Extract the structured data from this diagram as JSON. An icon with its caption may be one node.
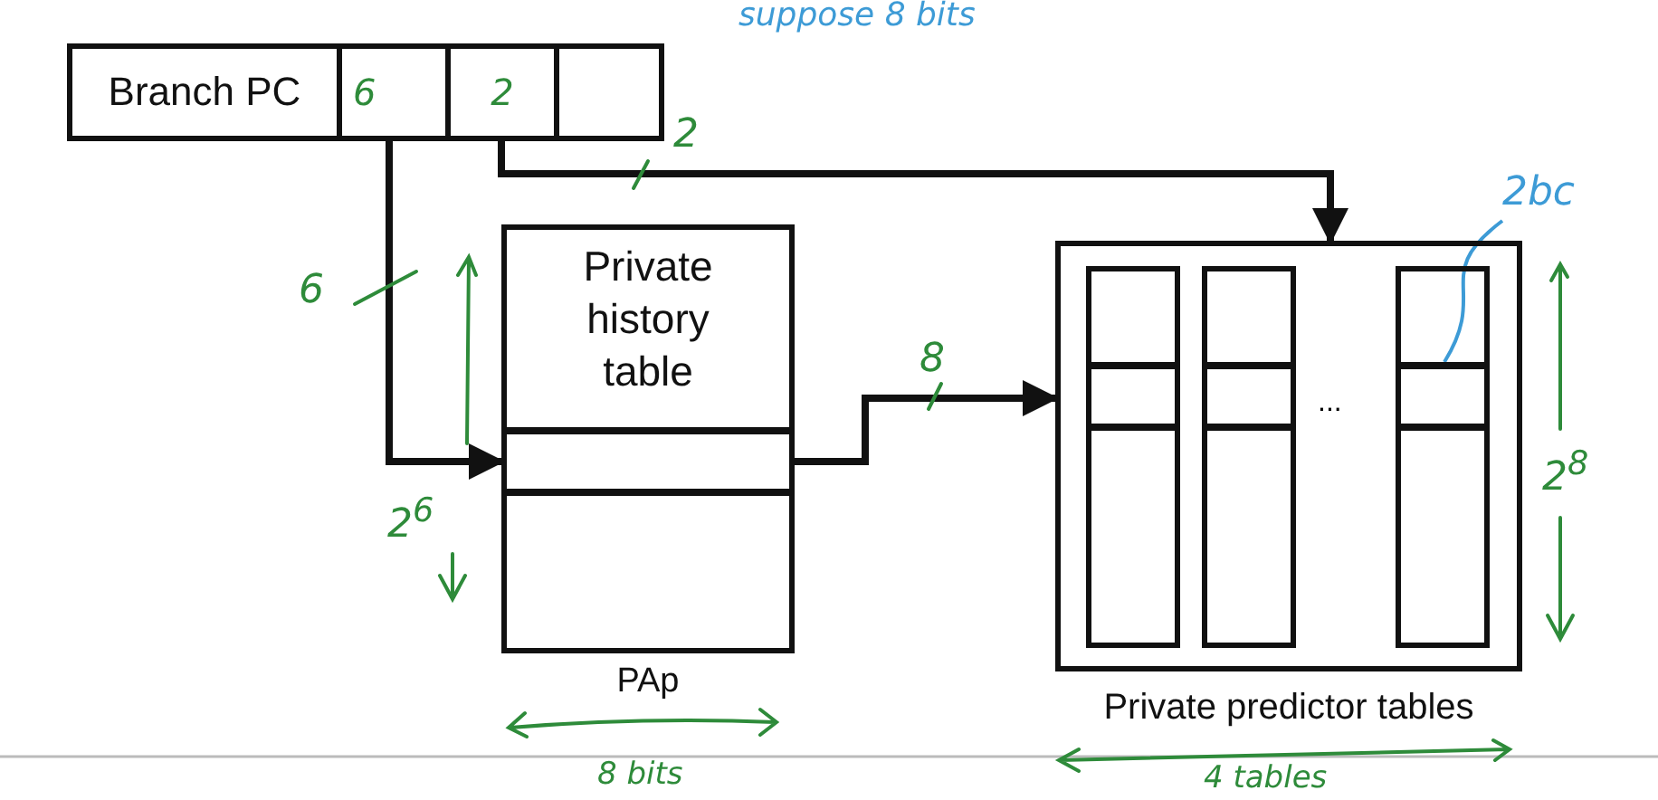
{
  "diagram": {
    "nodes": [
      {
        "text": [
          "Branch PC"
        ]
      },
      {
        "text": [
          "6"
        ]
      },
      {
        "text": [
          "2"
        ]
      },
      {
        "text": [],
        "shape": "box"
      },
      {
        "text": [
          "Private history table"
        ],
        "beside": [
          "PAp"
        ]
      },
      {
        "text": [],
        "shape": "box",
        "in": 4
      },
      {
        "text": [],
        "shape": "box",
        "beside": [
          "Private predictor tables"
        ]
      },
      {
        "text": [],
        "shape": "box",
        "in": 6
      },
      {
        "text": [],
        "shape": "box",
        "in": 6
      },
      {
        "text": [],
        "shape": "box",
        "in": 6
      },
      {
        "text": [],
        "shape": "box",
        "in": 7
      },
      {
        "text": [],
        "shape": "box",
        "in": 8
      },
      {
        "text": [],
        "shape": "box",
        "in": 9
      },
      {
        "text": [
          "2bc"
        ]
      }
    ],
    "edges": [
      {
        "from": 1,
        "to": 5,
        "arrow": "to",
        "label": "6"
      },
      {
        "from": 2,
        "to": 6,
        "arrow": "to",
        "label": "2"
      },
      {
        "from": 5,
        "to": 6,
        "arrow": "to",
        "label": "8"
      },
      {
        "from": 13,
        "to": 12,
        "arrow": "none",
        "color": "#3d9bd6"
      }
    ],
    "labels": [
      "suppose 8 bits",
      "...",
      "2$^{6}$",
      "8 bits",
      "2$^{8}$",
      "4 tables"
    ]
  }
}
